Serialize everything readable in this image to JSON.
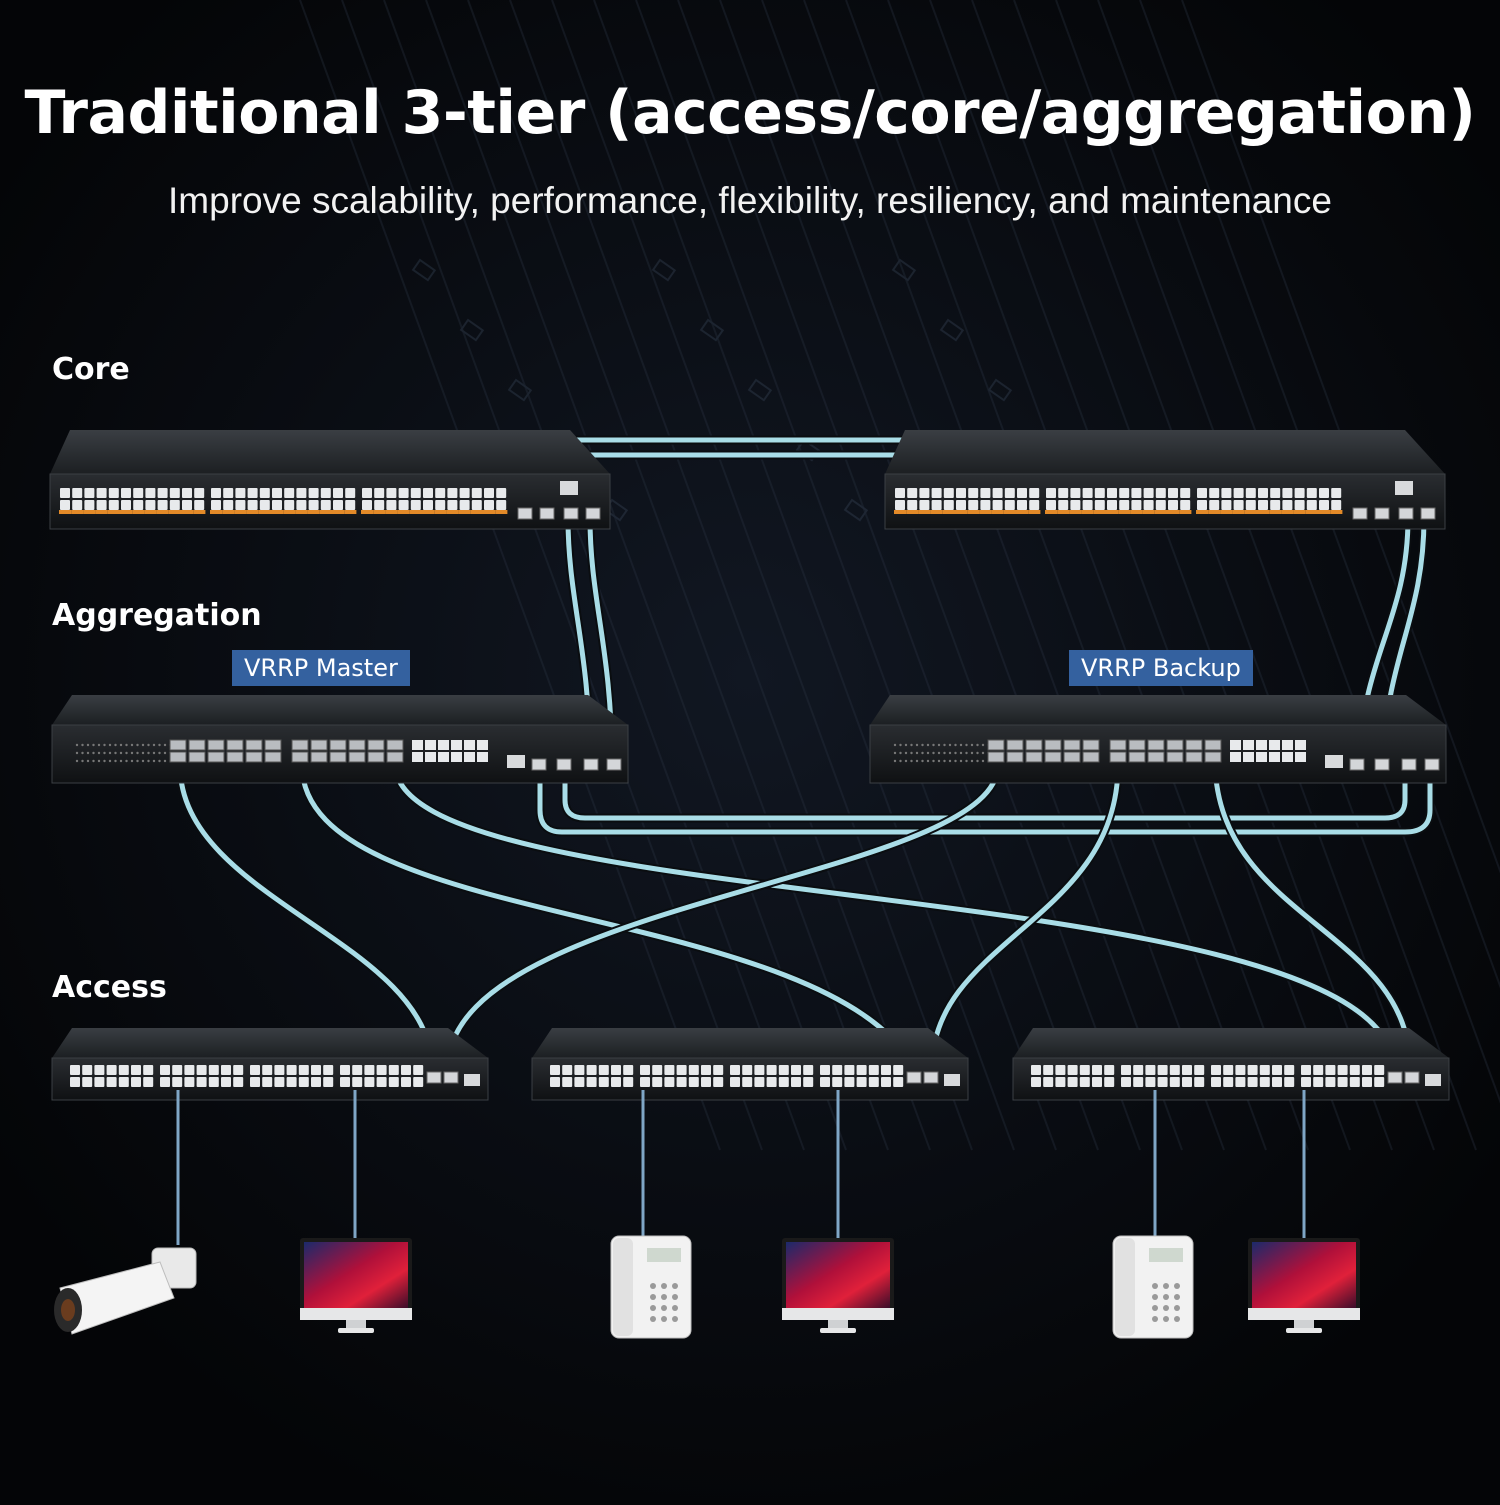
{
  "title": "Traditional 3-tier (access/core/aggregation)",
  "subtitle": "Improve scalability, performance, flexibility, resiliency, and maintenance",
  "tiers": {
    "core": "Core",
    "aggregation": "Aggregation",
    "access": "Access"
  },
  "badges": {
    "master": "VRRP Master",
    "backup": "VRRP Backup"
  },
  "colors": {
    "background": "#040507",
    "link": "#a9dde7",
    "badge": "#34619f",
    "port_highlight": "#e38a28",
    "switch_body": "#17191c"
  },
  "devices": [
    {
      "type": "ip-camera",
      "icon": "camera-icon"
    },
    {
      "type": "monitor",
      "icon": "monitor-icon"
    },
    {
      "type": "ip-phone",
      "icon": "phone-icon"
    },
    {
      "type": "monitor",
      "icon": "monitor-icon"
    },
    {
      "type": "ip-phone",
      "icon": "phone-icon"
    },
    {
      "type": "monitor",
      "icon": "monitor-icon"
    }
  ]
}
